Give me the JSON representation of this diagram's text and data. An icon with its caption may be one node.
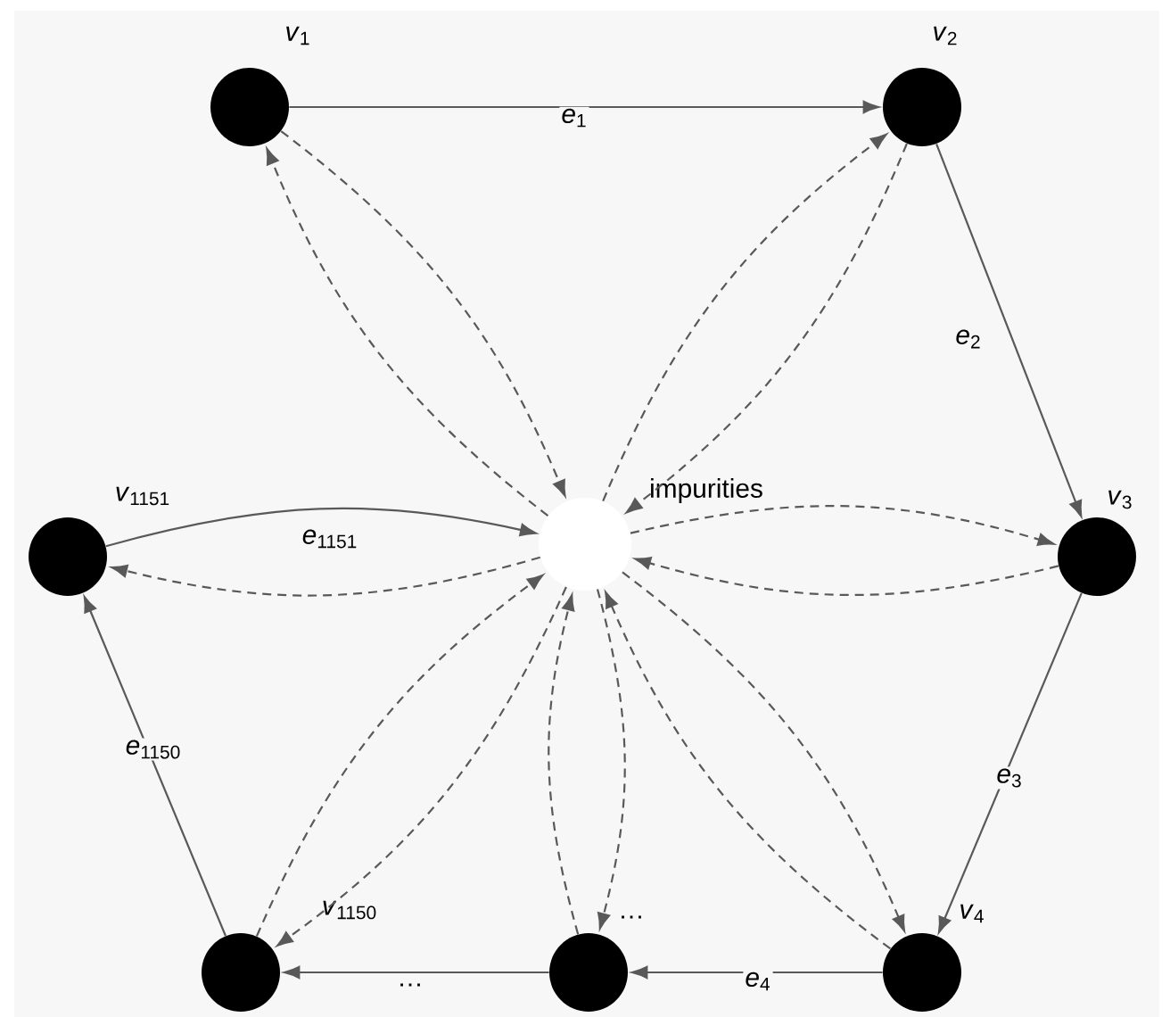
{
  "diagram": {
    "nodes": [
      {
        "text": [],
        "shape": "circle",
        "beside": [
          "*v*$_{1}$"
        ]
      },
      {
        "text": [],
        "shape": "circle",
        "beside": [
          "*v*$_{2}$"
        ]
      },
      {
        "text": [],
        "shape": "circle",
        "beside": [
          "*v*$_{3}$"
        ]
      },
      {
        "text": [],
        "shape": "circle",
        "beside": [
          "*v*$_{4}$"
        ]
      },
      {
        "text": [],
        "shape": "circle",
        "beside": [
          "…"
        ]
      },
      {
        "text": [],
        "shape": "circle",
        "beside": [
          "*v*$_{1150}$"
        ]
      },
      {
        "text": [],
        "shape": "circle",
        "beside": [
          "*v*$_{1151}$"
        ]
      },
      {
        "text": [],
        "shape": "circle",
        "beside": [
          "impurities"
        ]
      }
    ],
    "edges": [
      {
        "from": 0,
        "to": 1,
        "arrow": "to",
        "label": "*e*$_{1}$"
      },
      {
        "from": 1,
        "to": 2,
        "arrow": "to",
        "label": "*e*$_{2}$"
      },
      {
        "from": 2,
        "to": 3,
        "arrow": "to",
        "label": "*e*$_{3}$"
      },
      {
        "from": 3,
        "to": 4,
        "arrow": "to",
        "label": "*e*$_{4}$"
      },
      {
        "from": 4,
        "to": 5,
        "arrow": "to",
        "label": "…"
      },
      {
        "from": 5,
        "to": 6,
        "arrow": "to",
        "label": "*e*$_{1150}$"
      },
      {
        "from": 6,
        "to": 7,
        "arrow": "to",
        "label": "*e*$_{1151}$"
      },
      {
        "from": 7,
        "to": 0,
        "arrow": "to",
        "style": "dashed"
      },
      {
        "from": 0,
        "to": 7,
        "arrow": "to",
        "style": "dashed"
      },
      {
        "from": 7,
        "to": 1,
        "arrow": "to",
        "style": "dashed"
      },
      {
        "from": 1,
        "to": 7,
        "arrow": "to",
        "style": "dashed"
      },
      {
        "from": 7,
        "to": 2,
        "arrow": "to",
        "style": "dashed"
      },
      {
        "from": 2,
        "to": 7,
        "arrow": "to",
        "style": "dashed"
      },
      {
        "from": 7,
        "to": 3,
        "arrow": "to",
        "style": "dashed"
      },
      {
        "from": 3,
        "to": 7,
        "arrow": "to",
        "style": "dashed"
      },
      {
        "from": 7,
        "to": 4,
        "arrow": "to",
        "style": "dashed"
      },
      {
        "from": 4,
        "to": 7,
        "arrow": "to",
        "style": "dashed"
      },
      {
        "from": 7,
        "to": 5,
        "arrow": "to",
        "style": "dashed"
      },
      {
        "from": 5,
        "to": 7,
        "arrow": "to",
        "style": "dashed"
      },
      {
        "from": 7,
        "to": 6,
        "arrow": "to",
        "style": "dashed"
      }
    ]
  }
}
